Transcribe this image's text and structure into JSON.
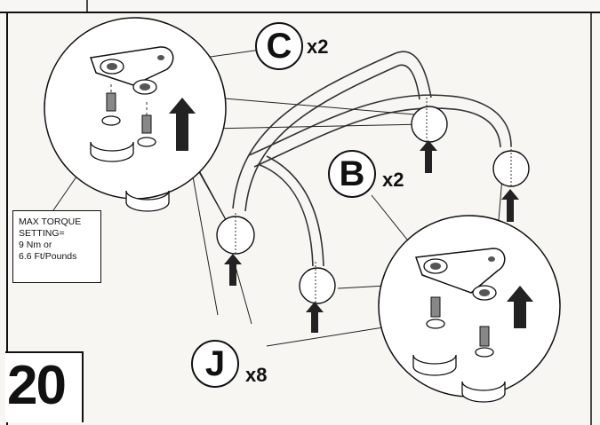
{
  "step": {
    "number": "20"
  },
  "torque_note": {
    "lines": [
      "MAX TORQUE",
      "SETTING=",
      "9 Nm or",
      "6.6 Ft/Pounds"
    ]
  },
  "callouts": {
    "c": {
      "letter": "C",
      "qty": "x2"
    },
    "b": {
      "letter": "B",
      "qty": "x2"
    },
    "j": {
      "letter": "J",
      "qty": "x8"
    }
  }
}
